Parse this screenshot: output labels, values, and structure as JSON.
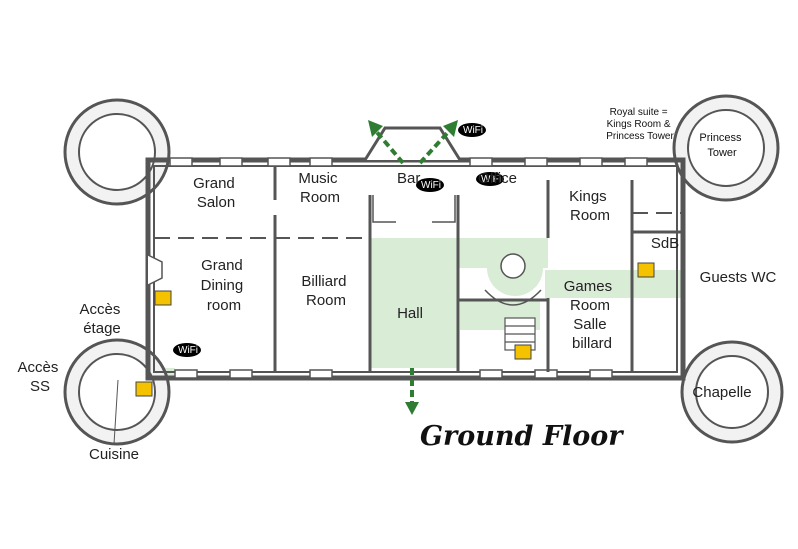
{
  "map": {
    "title": "Ground Floor",
    "note": {
      "line1": "Royal suite =",
      "line2": "Kings Room &",
      "line3": "Princess Tower"
    },
    "rooms": {
      "grand_salon": [
        "Grand",
        "Salon"
      ],
      "music_room": [
        "Music",
        "Room"
      ],
      "bar": "Bar",
      "office": "Office",
      "kings_room": [
        "Kings",
        "Room"
      ],
      "princess_tower": [
        "Princess",
        "Tower"
      ],
      "grand_dining": [
        "Grand",
        "Dining",
        "room"
      ],
      "billiard_room": [
        "Billiard",
        "Room"
      ],
      "hall": "Hall",
      "sdb": "SdB",
      "guests_wc": "Guests WC",
      "games_room": [
        "Games",
        "Room"
      ],
      "salle_billard": [
        "Salle",
        "billard"
      ],
      "acces_etage": [
        "Accès",
        "étage"
      ],
      "acces_ss": [
        "Accès",
        "SS"
      ],
      "cuisine": "Cuisine",
      "chapelle": "Chapelle"
    },
    "wifi_label": "WiFi",
    "colors": {
      "wall": "#555555",
      "wall_fill": "#f2f2f2",
      "route": "#d9ecd6",
      "exit_arrow": "#2e7d32",
      "stair_sign": "#f5c200"
    },
    "icons": {
      "wifi": "wifi-icon",
      "exit": "exit-arrow-icon",
      "stairs": "stairs-sign-icon"
    }
  }
}
